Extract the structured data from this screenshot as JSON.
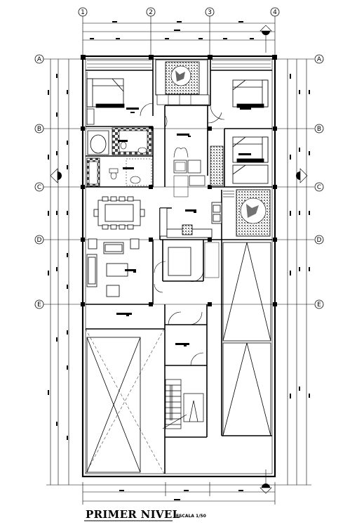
{
  "plan": {
    "title": "PRIMER NIVEL",
    "scale_label": "ESCALA 1/50",
    "column_axes": [
      "1",
      "2",
      "3",
      "4"
    ],
    "row_axes": [
      "A",
      "B",
      "C",
      "D",
      "E"
    ]
  }
}
